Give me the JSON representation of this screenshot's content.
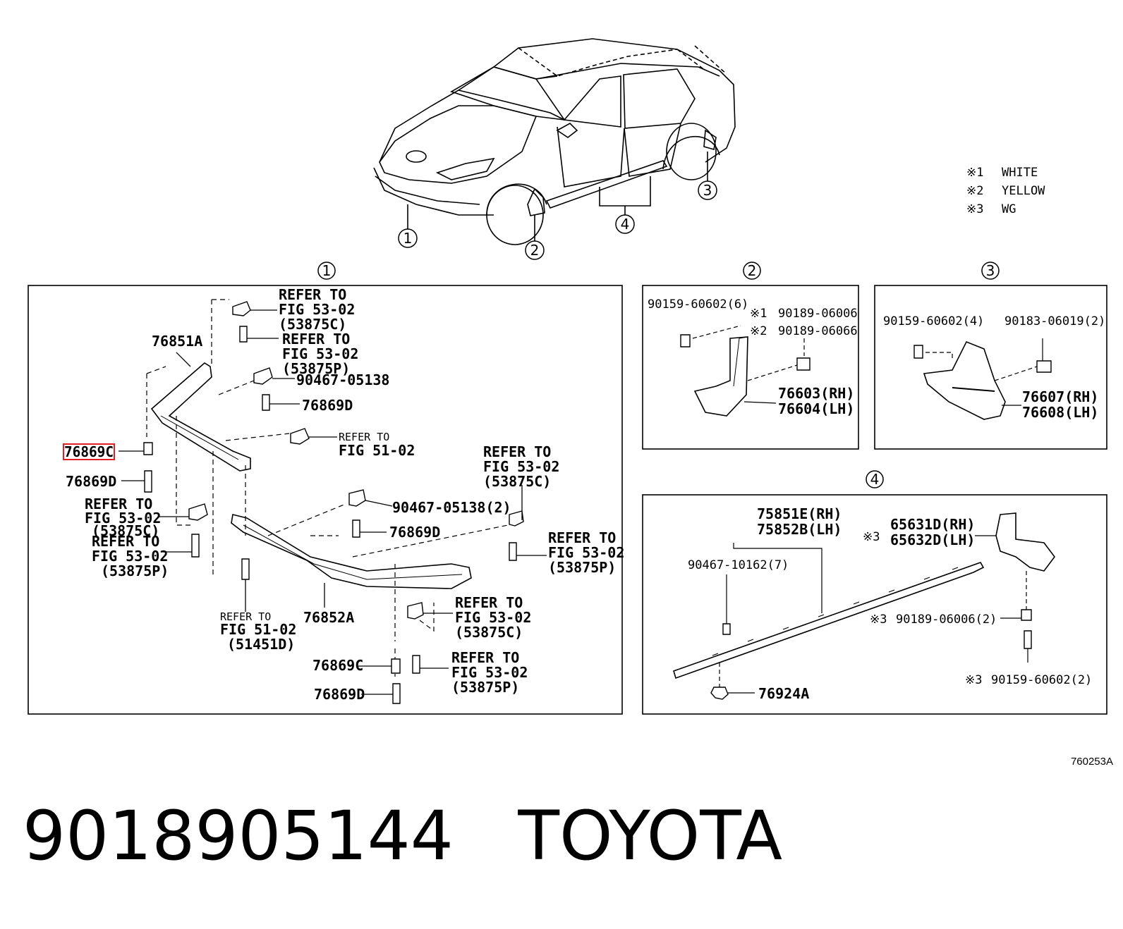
{
  "legend": [
    {
      "mark": "※1",
      "text": "WHITE"
    },
    {
      "mark": "※2",
      "text": "YELLOW"
    },
    {
      "mark": "※3",
      "text": "WG"
    }
  ],
  "callouts": [
    "1",
    "2",
    "3",
    "4"
  ],
  "panel1": {
    "title": "1",
    "refer1": [
      "REFER TO",
      "FIG 53-02",
      "(53875C)"
    ],
    "refer2": [
      "REFER TO",
      "FIG 53-02",
      "(53875P)"
    ],
    "p76851A": "76851A",
    "p90467a": "90467-05138",
    "p76869D_a": "76869D",
    "refer51a": [
      "REFER TO",
      "FIG 51-02"
    ],
    "p76869C_hl": "76869C",
    "p76869D_b": "76869D",
    "refer3": [
      "REFER TO",
      "FIG 53-02",
      "(53875C)"
    ],
    "refer4": [
      "REFER TO",
      "FIG 53-02",
      "(53875P)"
    ],
    "refer5": [
      "REFER TO",
      "FIG 53-02",
      "(53875C)"
    ],
    "p90467b": "90467-05138(2)",
    "p76869D_c": "76869D",
    "refer6": [
      "REFER TO",
      "FIG 53-02",
      "(53875P)"
    ],
    "refer51b": [
      "REFER TO",
      "FIG 51-02",
      "(51451D)"
    ],
    "p76852A": "76852A",
    "refer7": [
      "REFER TO",
      "FIG 53-02",
      "(53875C)"
    ],
    "p76869C": "76869C",
    "refer8": [
      "REFER TO",
      "FIG 53-02",
      "(53875P)"
    ],
    "p76869D_d": "76869D"
  },
  "panel2": {
    "title": "2",
    "p1": "90159-60602(6)",
    "m1": "※1",
    "p2": "90189-06006",
    "m2": "※2",
    "p3": "90189-06066",
    "rh": "76603(RH)",
    "lh": "76604(LH)"
  },
  "panel3": {
    "title": "3",
    "p1": "90159-60602(4)",
    "p2": "90183-06019(2)",
    "rh": "76607(RH)",
    "lh": "76608(LH)"
  },
  "panel4": {
    "title": "4",
    "rh": "75851E(RH)",
    "lh": "75852B(LH)",
    "m1": "※3",
    "rh2": "65631D(RH)",
    "lh2": "65632D(LH)",
    "p1": "90467-10162(7)",
    "m2": "※3",
    "p2": "90189-06006(2)",
    "m3": "※3",
    "p3": "90159-60602(2)",
    "p4": "76924A"
  },
  "figure_code": "760253A",
  "part_number": "9018905144",
  "brand": "TOYOTA",
  "colors": {
    "line": "#000000",
    "highlight": "#e02020"
  }
}
